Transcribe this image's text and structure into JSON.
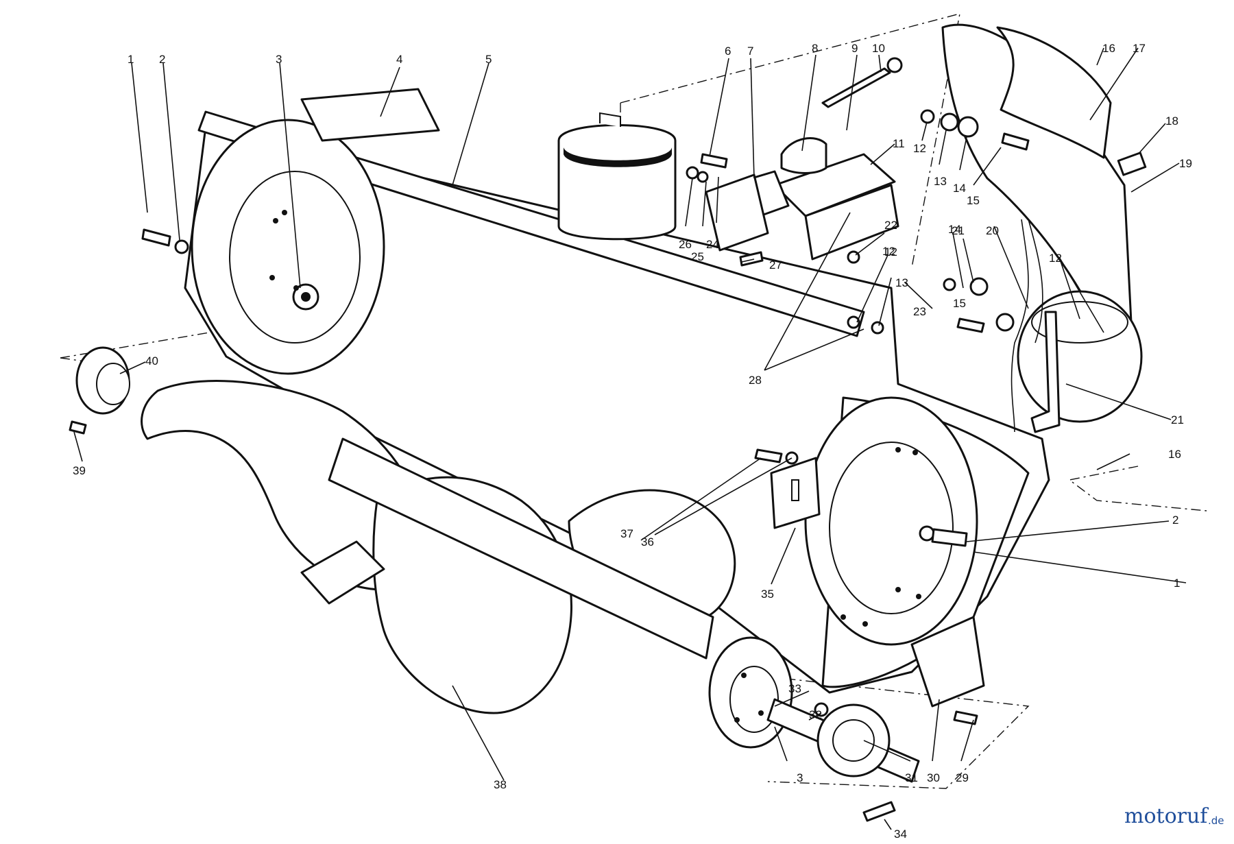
{
  "diagram": {
    "callouts": [
      "1",
      "2",
      "3",
      "4",
      "5",
      "6",
      "7",
      "8",
      "9",
      "10",
      "11",
      "12",
      "12",
      "12",
      "12",
      "13",
      "13",
      "14",
      "14",
      "15",
      "15",
      "16",
      "16",
      "17",
      "18",
      "19",
      "20",
      "21",
      "21",
      "22",
      "23",
      "24",
      "25",
      "26",
      "27",
      "28",
      "29",
      "30",
      "31",
      "32",
      "33",
      "34",
      "35",
      "36",
      "37",
      "38",
      "39",
      "40",
      "2",
      "1",
      "3"
    ]
  },
  "watermark": {
    "text": "motoruf",
    "suffix": ".de",
    "color_primary": "#1f4e9b",
    "color_accent": "#e2231a"
  }
}
